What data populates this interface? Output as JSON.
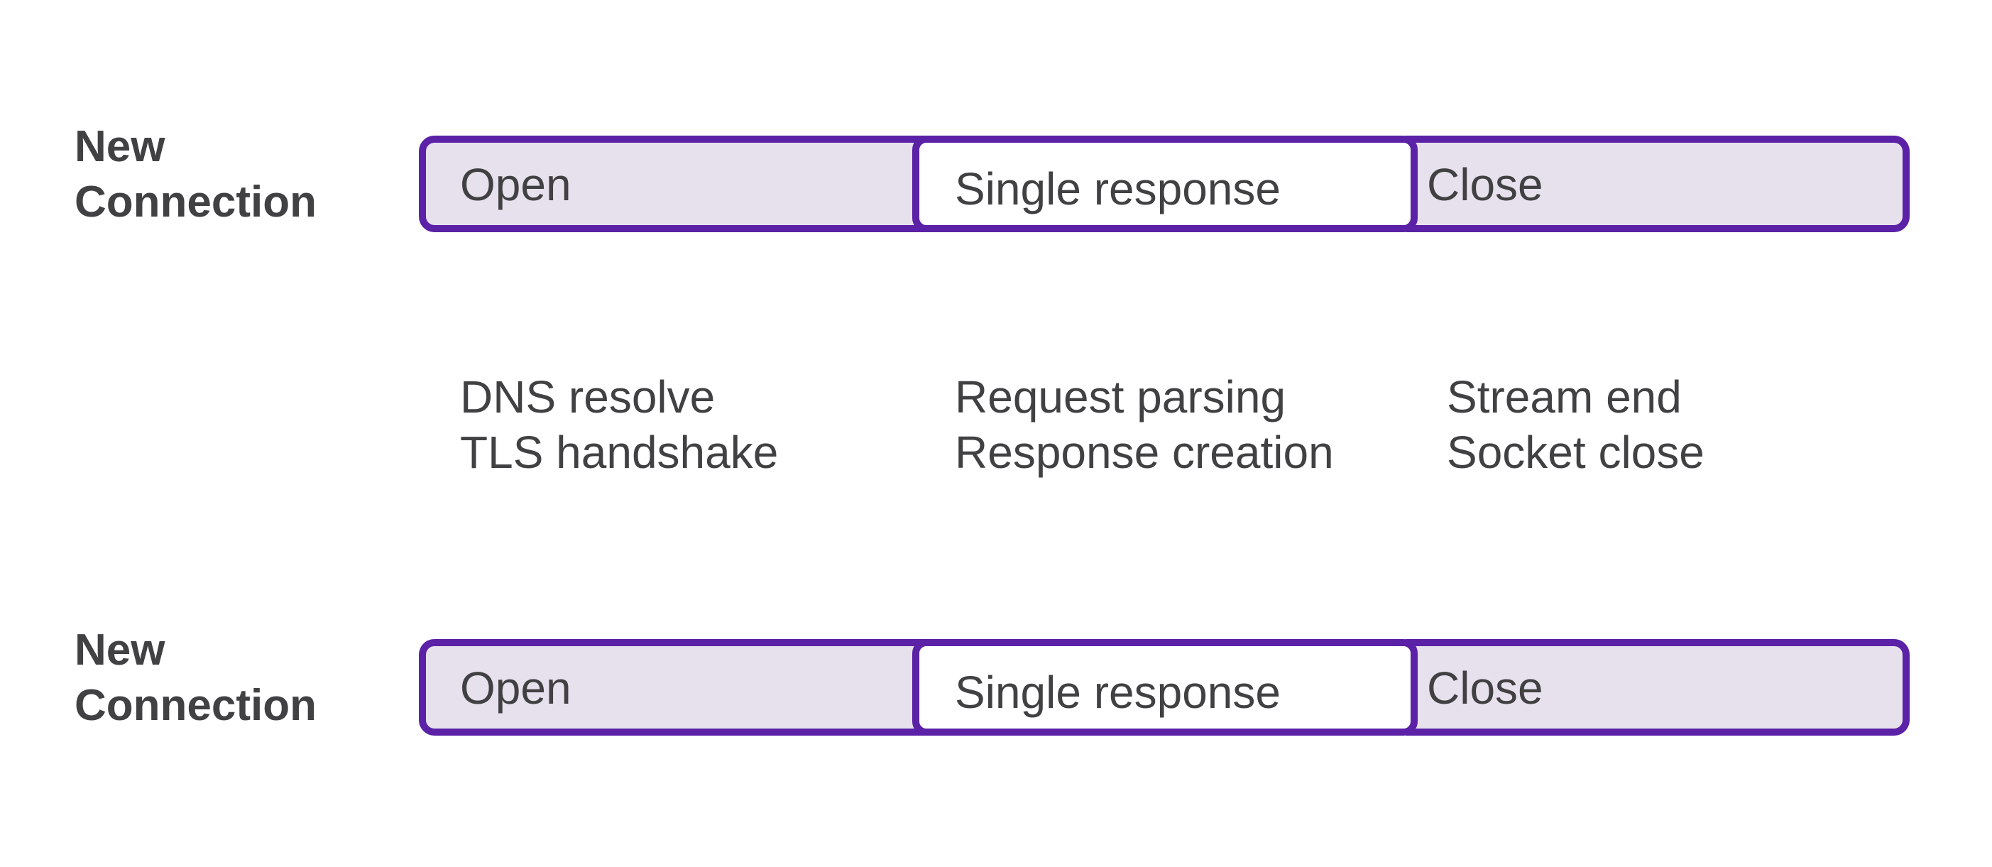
{
  "rows": [
    {
      "label_line1": "New",
      "label_line2": "Connection",
      "segments": {
        "open": "Open",
        "single": "Single response",
        "close": "Close"
      }
    },
    {
      "label_line1": "New",
      "label_line2": "Connection",
      "segments": {
        "open": "Open",
        "single": "Single response",
        "close": "Close"
      }
    }
  ],
  "details": {
    "open": [
      "DNS resolve",
      "TLS handshake"
    ],
    "single": [
      "Request parsing",
      "Response creation"
    ],
    "close": [
      "Stream end",
      "Socket close"
    ]
  },
  "colors": {
    "border": "#5b21a6",
    "segment_fill": "#e7e1ed",
    "highlight_fill": "#ffffff",
    "text": "#414042"
  }
}
